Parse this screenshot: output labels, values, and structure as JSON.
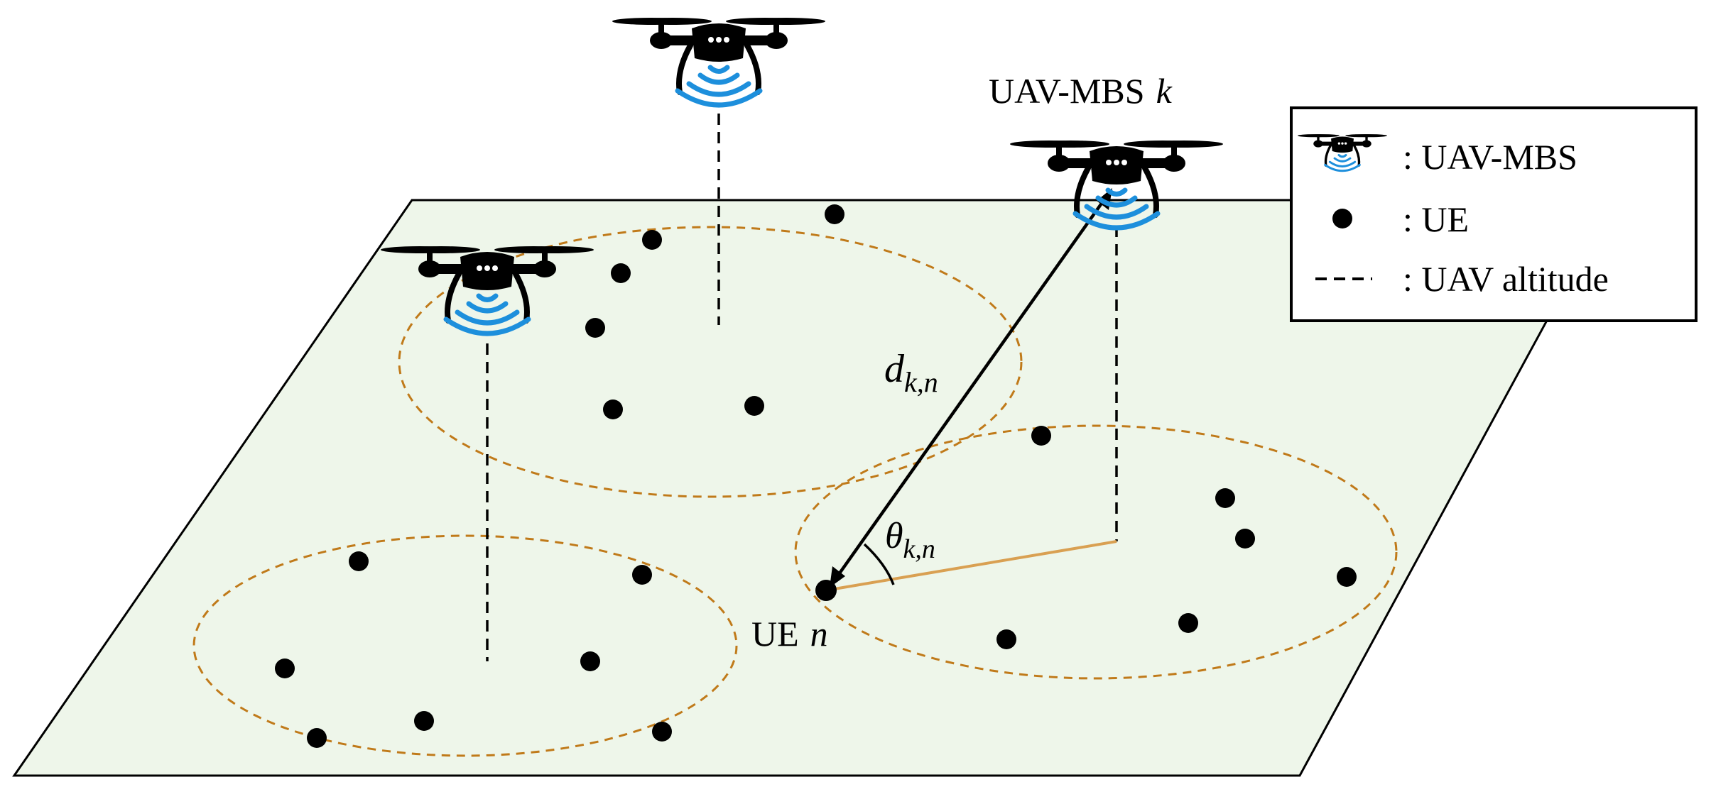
{
  "labels": {
    "uav_k": "UAV-MBS",
    "uav_k_var": "k",
    "ue_n": "UE",
    "ue_n_var": "n",
    "distance": "d",
    "distance_sub": "k,n",
    "angle": "θ",
    "angle_sub": "k,n"
  },
  "legend": {
    "uav": ": UAV-MBS",
    "ue": ": UE",
    "altitude": ": UAV altitude"
  },
  "colors": {
    "ground": "#eef6ea",
    "cluster_border": "#c07a1a",
    "signal": "#1d8fdc",
    "ground_line": "#d9a052"
  }
}
